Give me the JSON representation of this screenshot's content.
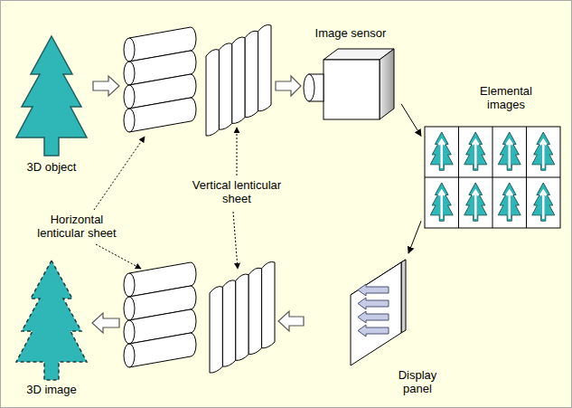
{
  "diagram": {
    "nodes": [
      {
        "text": [
          "3D object"
        ]
      },
      {
        "text": [
          "Image sensor"
        ]
      },
      {
        "text": [
          "Elemental images"
        ]
      },
      {
        "text": [
          "Display panel"
        ]
      },
      {
        "text": [
          "3D image"
        ]
      }
    ],
    "edges": [
      {
        "from": 1,
        "to": 2,
        "arrow": "to"
      },
      {
        "from": 2,
        "to": 3,
        "arrow": "to"
      }
    ],
    "labels": [
      "Horizontal lenticular sheet",
      "Vertical lenticular sheet"
    ]
  }
}
